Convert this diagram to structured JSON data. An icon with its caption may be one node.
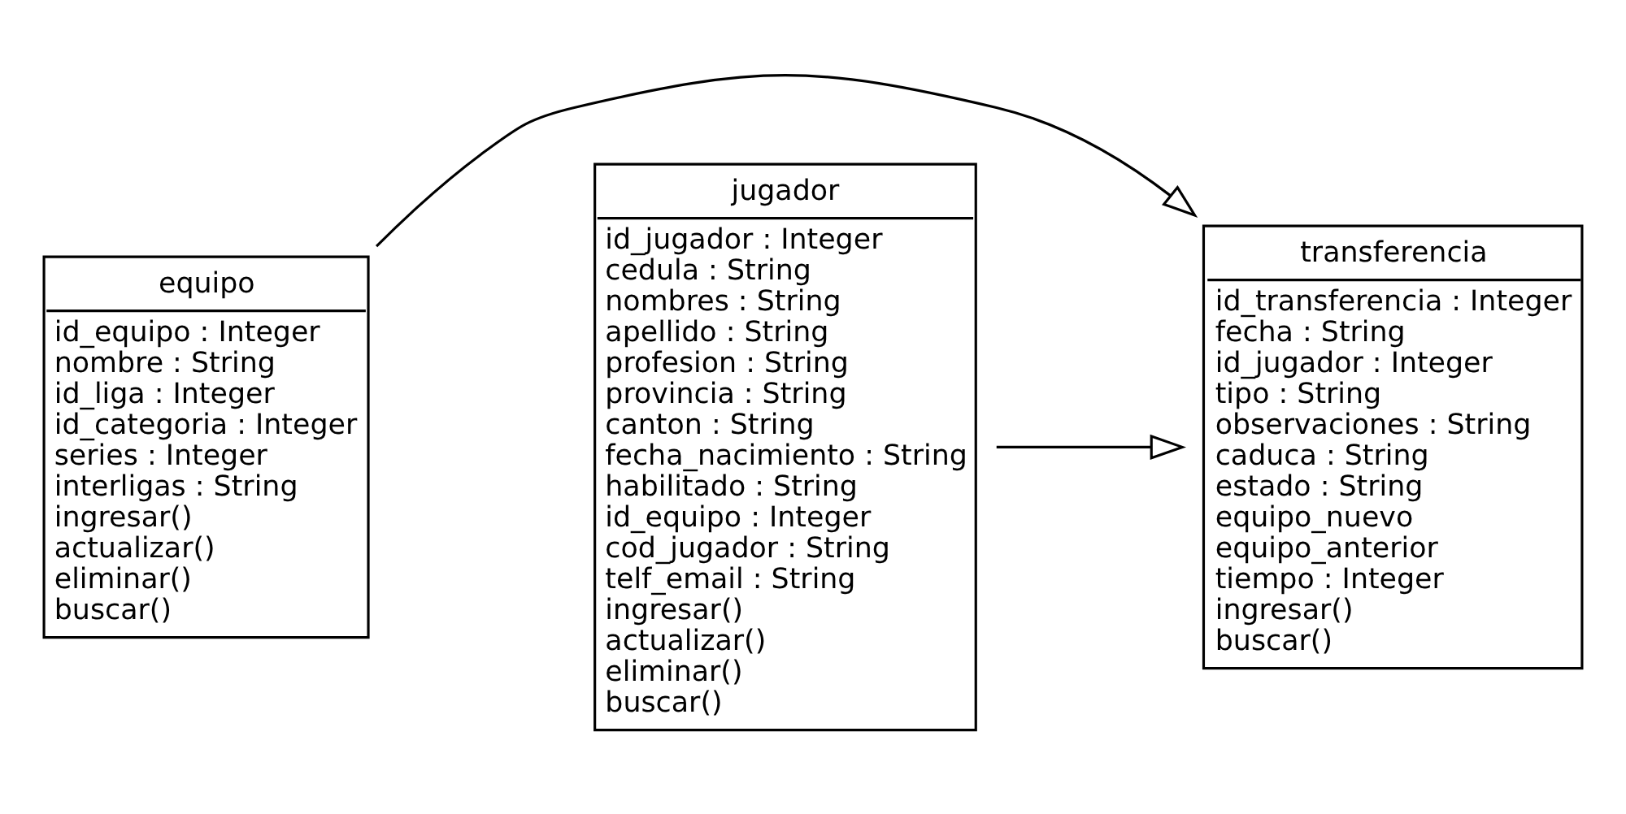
{
  "diagram": {
    "nodes": [
      {
        "text": [
          "equipo",
          "id_equipo : Integer",
          "nombre : String",
          "id_liga : Integer",
          "id_categoria : Integer",
          "series : Integer",
          "interligas : String",
          "ingresar()",
          "actualizar()",
          "eliminar()",
          "buscar()"
        ]
      },
      {
        "text": [
          "transferencia",
          "id_transferencia : Integer",
          "fecha : String",
          "id_jugador : Integer",
          "tipo : String",
          "observaciones : String",
          "caduca : String",
          "estado : String",
          "equipo_nuevo",
          "equipo_anterior",
          "tiempo : Integer",
          "ingresar()",
          "buscar()"
        ]
      },
      {
        "text": [
          "jugador",
          "id_jugador : Integer",
          "cedula : String",
          "nombres : String",
          "apellido : String",
          "profesion : String",
          "provincia : String",
          "canton : String",
          "fecha_nacimiento : String",
          "habilitado : String",
          "id_equipo : Integer",
          "cod_jugador : String",
          "telf_email : String",
          "ingresar()",
          "actualizar()",
          "eliminar()",
          "buscar()"
        ]
      }
    ],
    "edges": [
      {
        "from": 0,
        "to": 1,
        "arrow": "to"
      },
      {
        "from": 2,
        "to": 1,
        "arrow": "to"
      }
    ]
  }
}
